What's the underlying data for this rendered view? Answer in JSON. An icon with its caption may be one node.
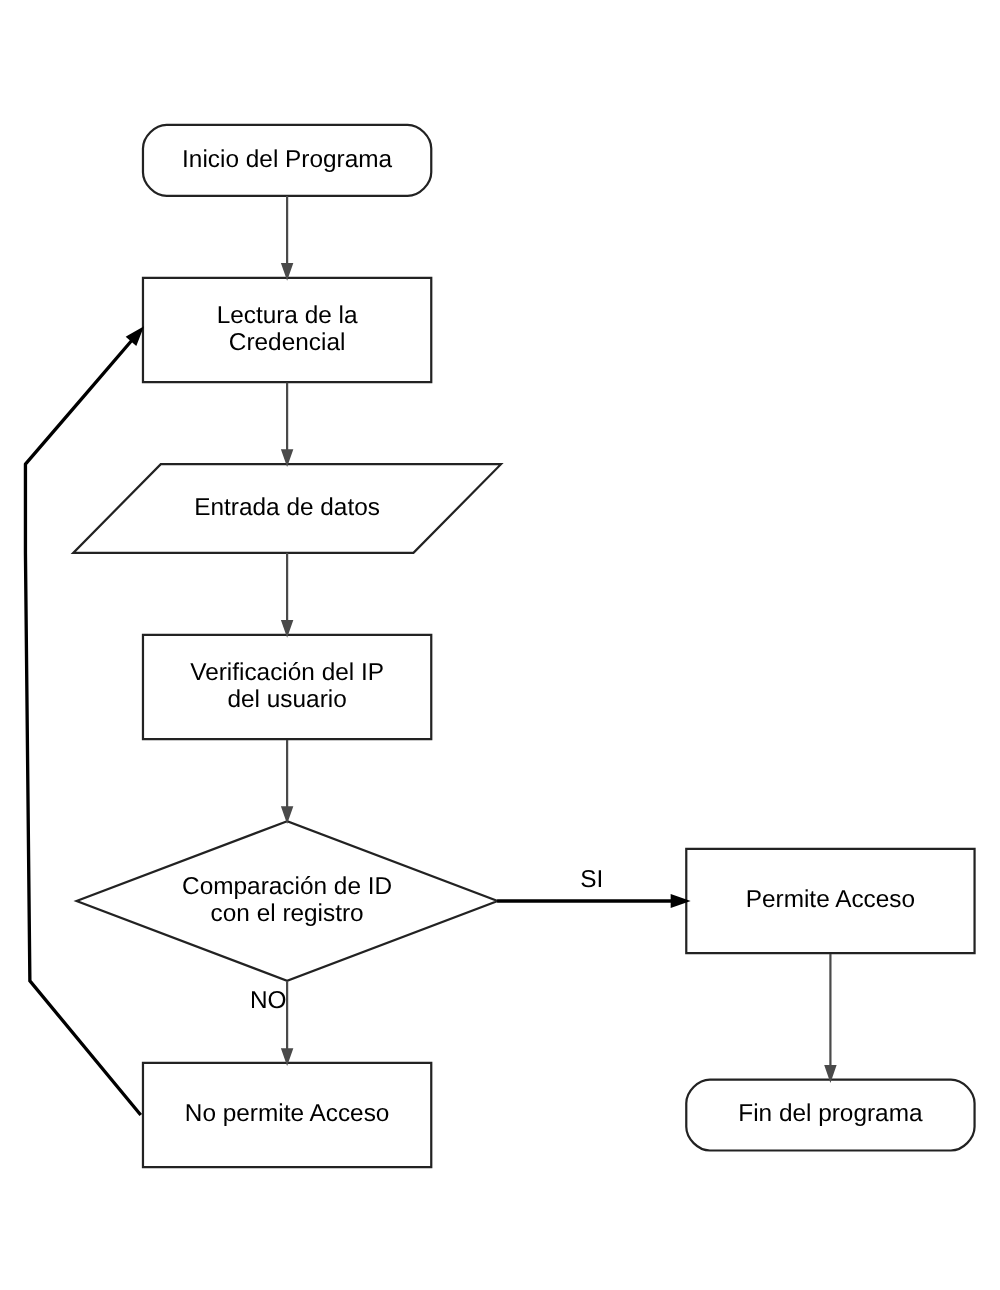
{
  "diagram": {
    "nodes": [
      {
        "text": [
          "Inicio del Programa"
        ]
      },
      {
        "text": [
          "Lectura de la Credencial"
        ]
      },
      {
        "text": [
          "Entrada de datos"
        ]
      },
      {
        "text": [
          "Verificación del IP del usuario"
        ]
      },
      {
        "text": [
          "Comparación de ID con el registro"
        ]
      },
      {
        "text": [
          "Permite Acceso"
        ]
      },
      {
        "text": [
          "Fin del programa"
        ]
      },
      {
        "text": [
          "No permite Acceso"
        ]
      }
    ],
    "edges": [
      {
        "from": 0,
        "to": 1,
        "arrow": "to"
      },
      {
        "from": 1,
        "to": 2,
        "arrow": "to"
      },
      {
        "from": 2,
        "to": 3,
        "arrow": "to"
      },
      {
        "from": 3,
        "to": 4,
        "arrow": "to"
      },
      {
        "from": 4,
        "to": 5,
        "arrow": "to",
        "label": "SI",
        "color": "#000000"
      },
      {
        "from": 4,
        "to": 7,
        "arrow": "to",
        "label": "NO"
      },
      {
        "from": 5,
        "to": 6,
        "arrow": "to"
      },
      {
        "from": 7,
        "to": 1,
        "arrow": "to",
        "color": "#000000"
      }
    ]
  }
}
